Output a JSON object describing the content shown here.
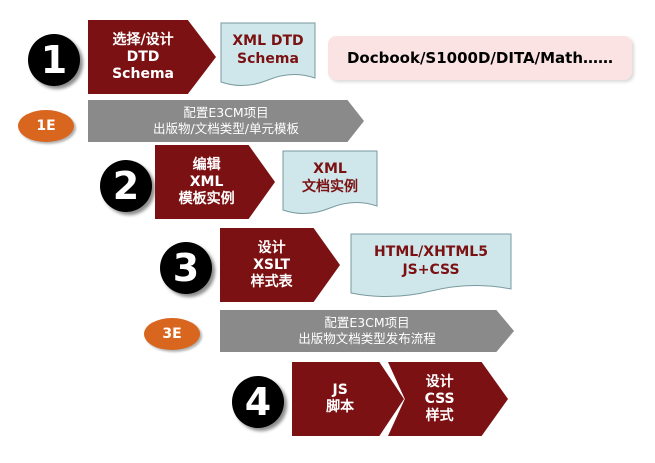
{
  "step1": {
    "number": "1",
    "chevron": [
      "选择/设计",
      "DTD",
      "Schema"
    ],
    "doc": [
      "XML DTD",
      "Schema"
    ],
    "standards": "Docbook/S1000D/DITA/Math……"
  },
  "step1e": {
    "badge": "1E",
    "bar": [
      "配置E3CM项目",
      "出版物/文档类型/单元模板"
    ]
  },
  "step2": {
    "number": "2",
    "chevron": [
      "编辑",
      "XML",
      "模板实例"
    ],
    "doc": [
      "XML",
      "文档实例"
    ]
  },
  "step3": {
    "number": "3",
    "chevron": [
      "设计",
      "XSLT",
      "样式表"
    ],
    "doc": [
      "HTML/XHTML5",
      "JS+CSS"
    ]
  },
  "step3e": {
    "badge": "3E",
    "bar": [
      "配置E3CM项目",
      "出版物文档类型发布流程"
    ]
  },
  "step4": {
    "number": "4",
    "chevron_js": [
      "JS",
      "脚本"
    ],
    "chevron_css": [
      "设计",
      "CSS",
      "样式"
    ]
  },
  "colors": {
    "chevron": "#7b1113",
    "doc_fill": "#cfe7ea",
    "gray_bar": "#8a8a8a",
    "badge": "#d9661f",
    "standards_bg": "#fbe3e3"
  }
}
